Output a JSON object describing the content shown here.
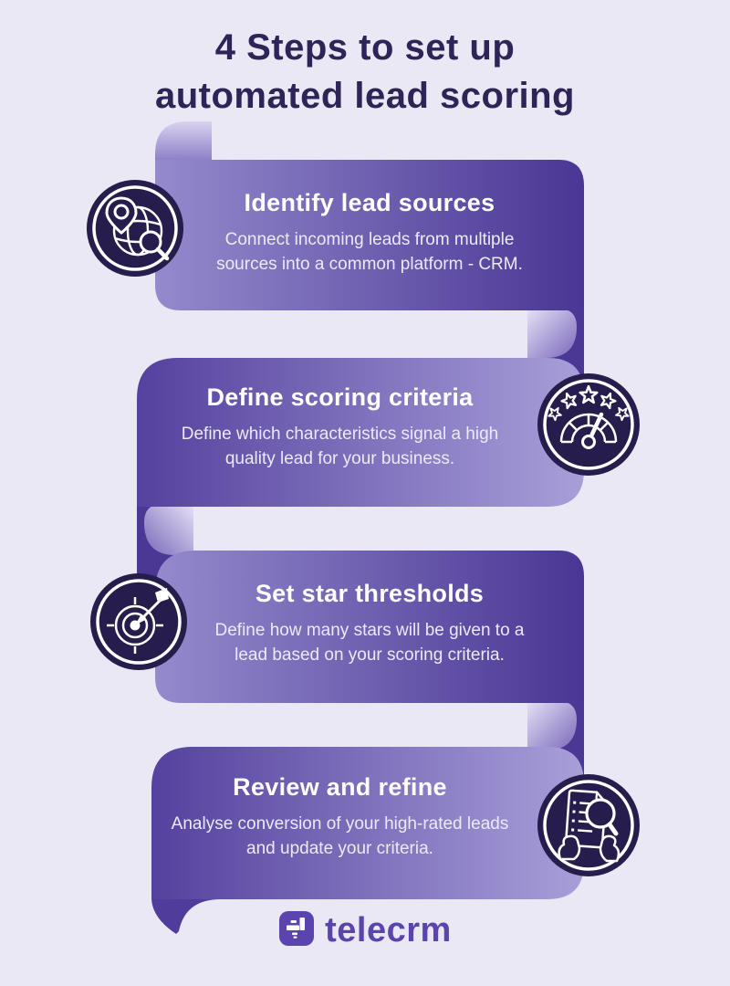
{
  "title": {
    "lines": [
      "4 Steps to set up",
      "automated lead scoring"
    ]
  },
  "steps": [
    {
      "title": "Identify lead sources",
      "description": "Connect incoming leads from multiple sources into a common platform - CRM.",
      "icon": "map-search-icon"
    },
    {
      "title": "Define scoring criteria",
      "description": "Define which characteristics signal a high quality lead for your business.",
      "icon": "gauge-stars-icon"
    },
    {
      "title": "Set star thresholds",
      "description": "Define how many stars will be given to a lead based on your scoring criteria.",
      "icon": "target-dart-icon"
    },
    {
      "title": "Review and refine",
      "description": "Analyse conversion of your high-rated leads and update your criteria.",
      "icon": "document-magnifier-icon"
    }
  ],
  "footer": {
    "brand": "telecrm"
  },
  "colors": {
    "background": "#eae8f4",
    "ribbon_dark": "#4a3694",
    "ribbon_light": "#a89fd9",
    "connector_dark": "#4b3794",
    "icon_badge": "#261d4c",
    "heading_text": "#2e2457",
    "step_text": "#ffffff",
    "brand_purple": "#5b44ad"
  }
}
